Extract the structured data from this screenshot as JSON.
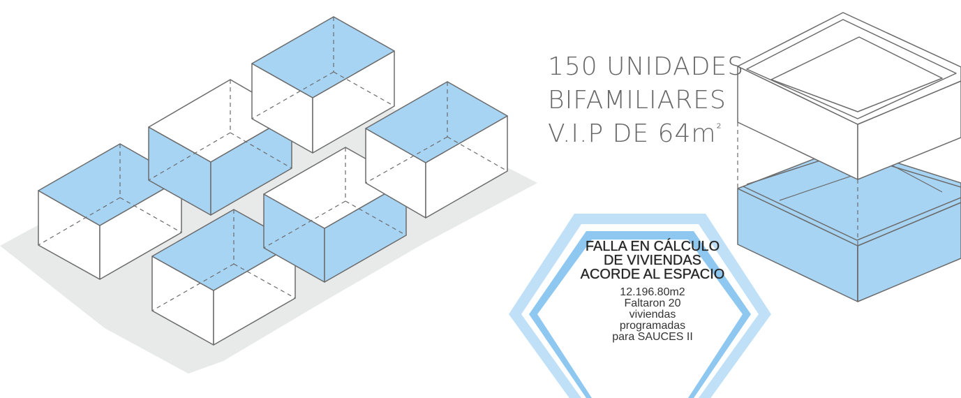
{
  "title": {
    "line1": "150 UNIDADES",
    "line2": "BIFAMILIARES",
    "line3_main": "V.I.P DE 64m",
    "line3_sup": "²"
  },
  "callout": {
    "heading": [
      "FALLA EN CÁLCULO",
      "DE VIVIENDAS",
      "ACORDE AL ESPACIO"
    ],
    "body": [
      "12.196.80m2",
      "Faltaron 20",
      "viviendas",
      "programadas",
      "para SAUCES II"
    ]
  },
  "colors": {
    "accent_blue": "#a8d4f4",
    "hex_outer": "#bfe0f7",
    "hex_inner": "#8ec8f0",
    "shadow_gray": "#e8e9e9",
    "line_gray": "#6b6b6b"
  },
  "icons": [
    "site-plan-block-diagram",
    "housing-unit-exploded-diagram",
    "hexagon-callout"
  ]
}
